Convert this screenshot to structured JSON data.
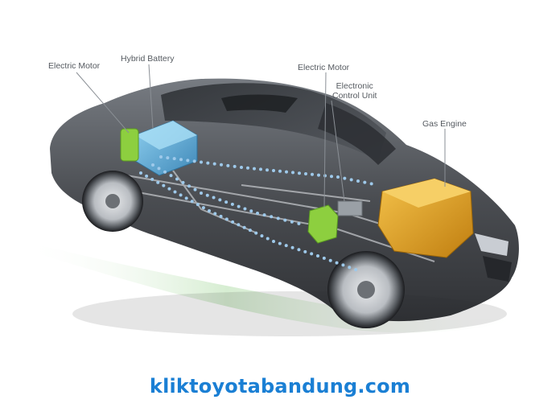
{
  "labels": {
    "electric_motor_left": "Electric Motor",
    "hybrid_battery": "Hybrid Battery",
    "electric_motor_right": "Electric Motor",
    "ecu_line1": "Electronic",
    "ecu_line2": "Control Unit",
    "gas_engine": "Gas Engine"
  },
  "watermark": "kliktoyotabandung.com",
  "colors": {
    "car_body": "#3a3d42",
    "battery": "#5aa9d6",
    "motor": "#8dcf3f",
    "engine": "#e0a020",
    "flow_dots": "#9ec9ea",
    "watermark": "#1a7fd4",
    "swoosh": "#bfe3b8"
  }
}
